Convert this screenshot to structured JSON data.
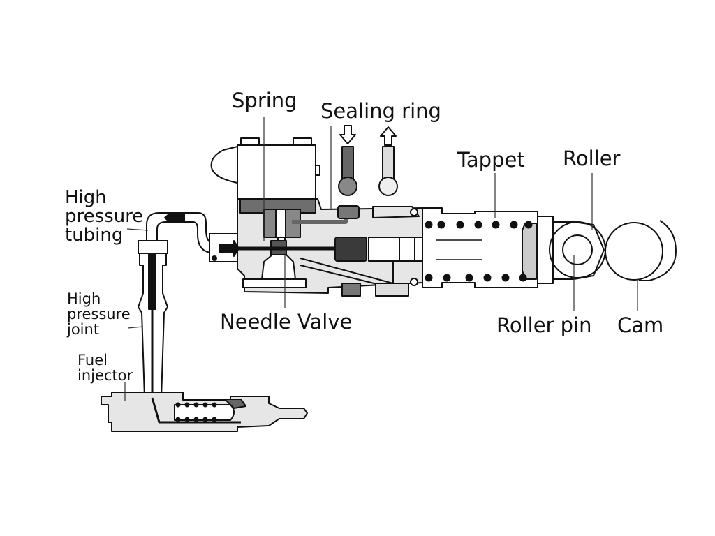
{
  "diagram": {
    "subject": "Unit pump fuel injection system",
    "labels": {
      "spring": "Spring",
      "sealing_ring": "Sealing ring",
      "tappet": "Tappet",
      "roller": "Roller",
      "hp_tubing": [
        "High",
        "pressure",
        "tubing"
      ],
      "hp_joint": [
        "High",
        "pressure",
        "joint"
      ],
      "fuel_injector": [
        "Fuel",
        "injector"
      ],
      "needle_valve": "Needle Valve",
      "roller_pin": "Roller pin",
      "cam": "Cam"
    },
    "flow_arrows": {
      "inlet": "down",
      "outlet": "up"
    },
    "colors": {
      "line": "#111111",
      "dark_fill": "#3a3a3a",
      "mid_fill": "#7a7a7a",
      "light_fill": "#d9d9d9",
      "body_fill": "#e6e6e6"
    }
  }
}
